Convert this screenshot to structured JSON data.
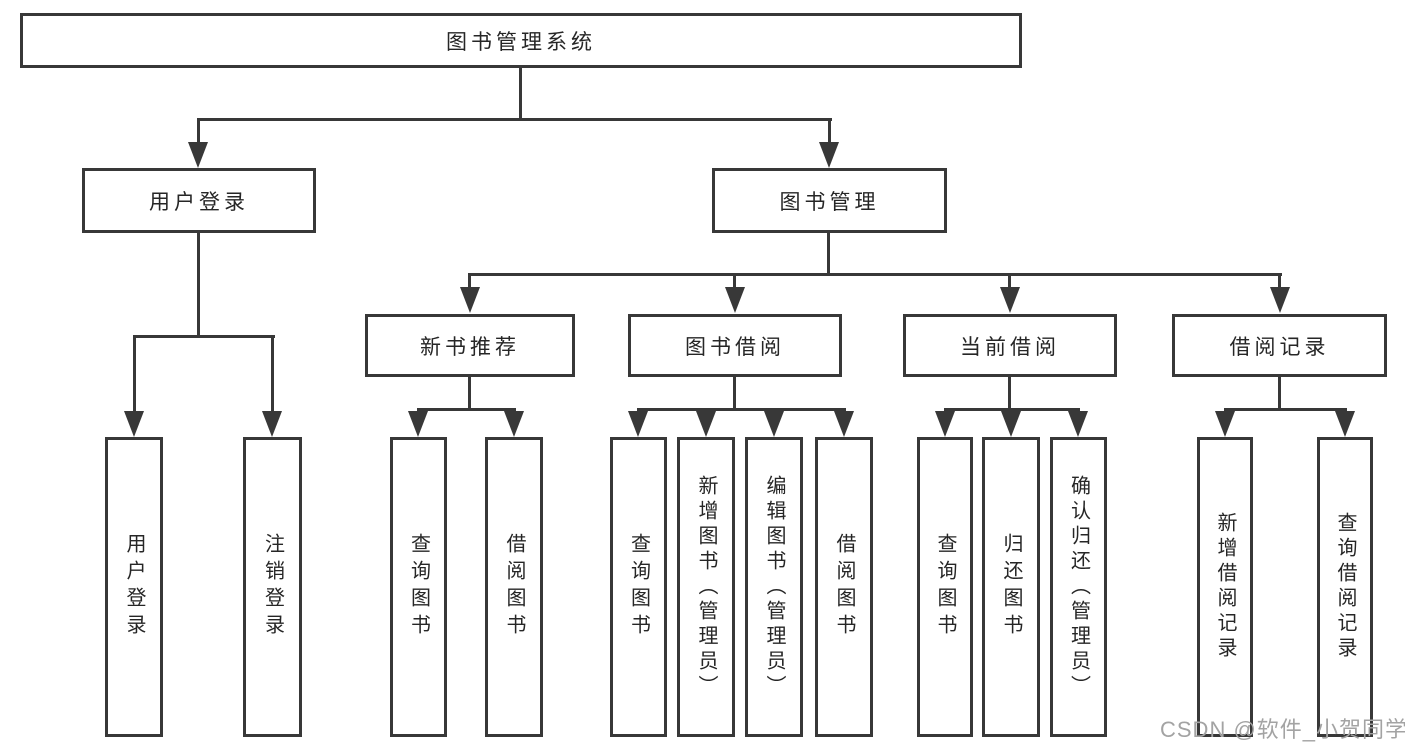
{
  "diagram": {
    "nodes": {
      "root": "图书管理系统",
      "user_login": "用户登录",
      "book_mgmt": "图书管理",
      "new_book_rec": "新书推荐",
      "book_borrow": "图书借阅",
      "current_borrow": "当前借阅",
      "borrow_records": "借阅记录",
      "leaf_user_login": "用户登录",
      "leaf_logout": "注销登录",
      "leaf_query_book_a": "查询图书",
      "leaf_borrow_book_a": "借阅图书",
      "leaf_query_book_b": "查询图书",
      "leaf_add_book": "新增图书（管理员）",
      "leaf_edit_book": "编辑图书（管理员）",
      "leaf_borrow_book_b": "借阅图书",
      "leaf_query_book_c": "查询图书",
      "leaf_return_book": "归还图书",
      "leaf_confirm_return": "确认归还（管理员）",
      "leaf_add_record": "新增借阅记录",
      "leaf_query_record": "查询借阅记录"
    },
    "hierarchy": {
      "图书管理系统": [
        "用户登录",
        "图书管理"
      ],
      "用户登录": [
        "用户登录",
        "注销登录"
      ],
      "图书管理": [
        "新书推荐",
        "图书借阅",
        "当前借阅",
        "借阅记录"
      ],
      "新书推荐": [
        "查询图书",
        "借阅图书"
      ],
      "图书借阅": [
        "查询图书",
        "新增图书（管理员）",
        "编辑图书（管理员）",
        "借阅图书"
      ],
      "当前借阅": [
        "查询图书",
        "归还图书",
        "确认归还（管理员）"
      ],
      "借阅记录": [
        "新增借阅记录",
        "查询借阅记录"
      ]
    },
    "colors": {
      "line": "#383838",
      "text": "#262626",
      "watermark": "#a3a3a3",
      "background": "#ffffff"
    }
  },
  "watermark": "CSDN @软件_小贺同学"
}
